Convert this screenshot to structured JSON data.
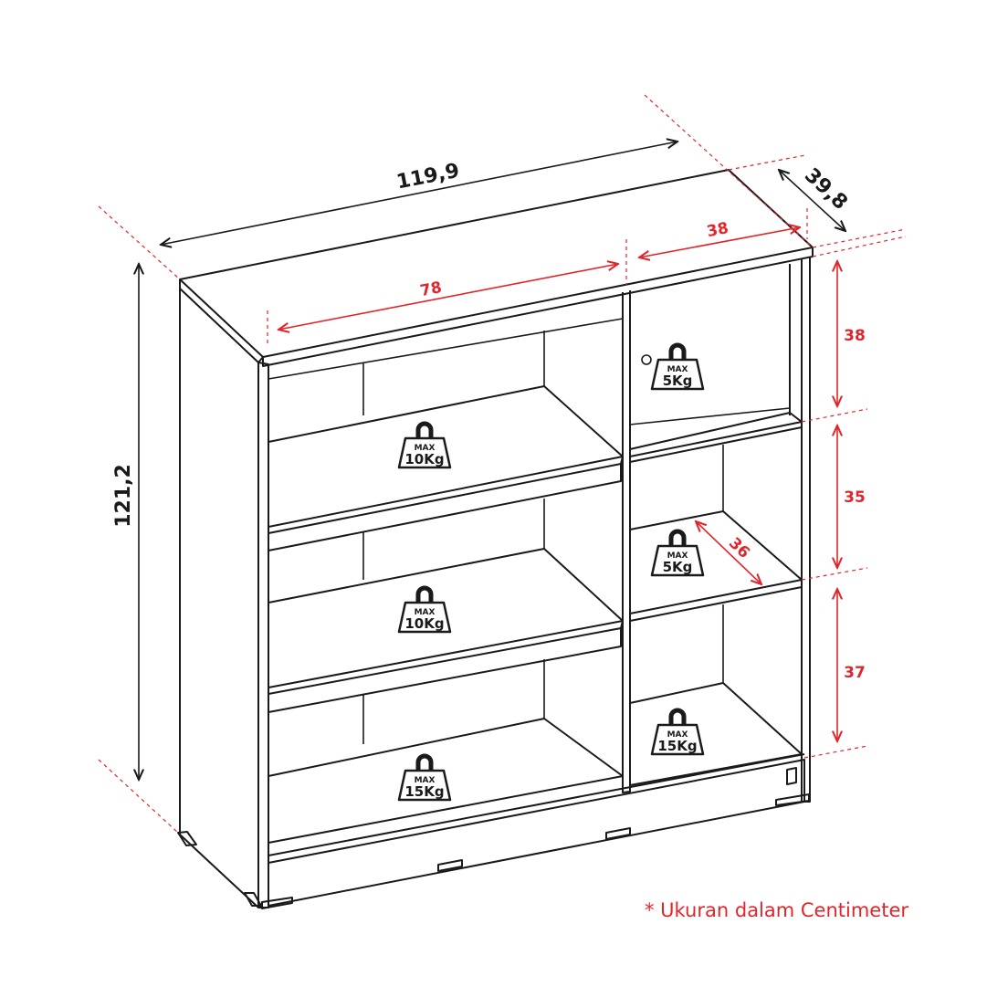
{
  "dimensions": {
    "overall_width": "119,9",
    "overall_depth": "39,8",
    "overall_height": "121,2",
    "left_section_width": "78",
    "right_section_width": "38",
    "right_shelf_depth": "36",
    "right_top_height": "38",
    "right_middle_height": "35",
    "right_bottom_height": "37"
  },
  "weight_labels": {
    "max": "MAX",
    "left_top": "10Kg",
    "left_middle": "10Kg",
    "left_bottom": "15Kg",
    "right_top": "5Kg",
    "right_middle": "5Kg",
    "right_bottom": "15Kg"
  },
  "note": "* Ukuran dalam Centimeter",
  "colors": {
    "annotation_red": "#e0262b",
    "line_black": "#1a1a1a"
  }
}
